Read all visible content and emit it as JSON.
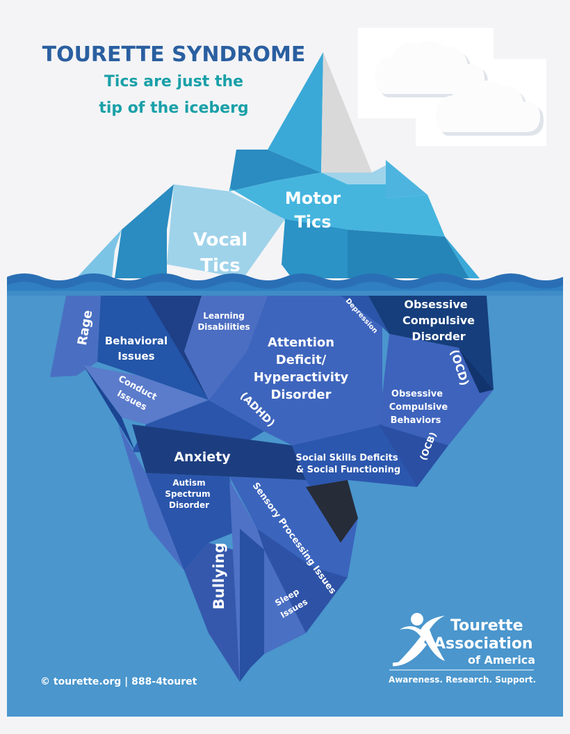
{
  "header": {
    "title": "TOURETTE SYNDROME",
    "subtitle_line1": "Tics are just the",
    "subtitle_line2": "tip of the iceberg"
  },
  "above_water": {
    "motor_1": "Motor",
    "motor_2": "Tics",
    "vocal_1": "Vocal",
    "vocal_2": "Tics"
  },
  "below_water": {
    "rage": "Rage",
    "learning_1": "Learning",
    "learning_2": "Disabilities",
    "depression": "Depression",
    "ocd_1": "Obsessive",
    "ocd_2": "Compulsive",
    "ocd_3": "Disorder",
    "ocd_abbr": "(OCD)",
    "behavioral_1": "Behavioral",
    "behavioral_2": "Issues",
    "adhd_1": "Attention",
    "adhd_2": "Deficit/",
    "adhd_3": "Hyperactivity",
    "adhd_4": "Disorder",
    "adhd_abbr": "(ADHD)",
    "conduct_1": "Conduct",
    "conduct_2": "Issues",
    "ocb_1": "Obsessive",
    "ocb_2": "Compulsive",
    "ocb_3": "Behaviors",
    "ocb_abbr": "(OCB)",
    "anxiety": "Anxiety",
    "social_1": "Social Skills Deficits",
    "social_2": "& Social Functioning",
    "autism_1": "Autism",
    "autism_2": "Spectrum",
    "autism_3": "Disorder",
    "sensory": "Sensory Processing Issues",
    "bullying": "Bullying",
    "sleep_1": "Sleep",
    "sleep_2": "Issues"
  },
  "footer": {
    "contact": "©   tourette.org | 888-4touret",
    "org_line1": "Tourette",
    "org_line2": "Association",
    "org_line3": "of America",
    "tagline": "Awareness. Research. Support."
  },
  "colors": {
    "title_blue": "#2a5fa0",
    "subtitle_teal": "#1aa0a8",
    "water": "#4a96cd",
    "ice_light": "#45b5de"
  }
}
